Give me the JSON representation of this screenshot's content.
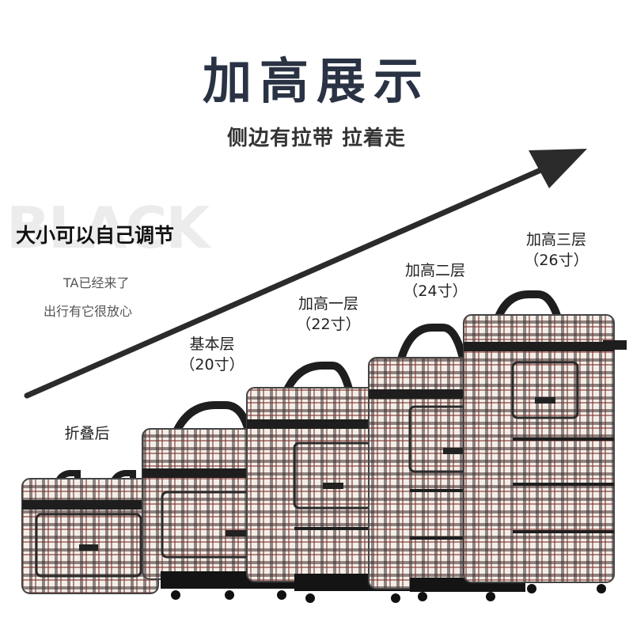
{
  "title": "加高展示",
  "subtitle": "侧边有拉带  拉着走",
  "background_word": "BLACK",
  "adjust_text": "大小可以自己调节",
  "side_lines": [
    "TA已经来了",
    "出行有它很放心"
  ],
  "labels": [
    {
      "name": "折叠后",
      "size": ""
    },
    {
      "name": "基本层",
      "size": "（20寸）"
    },
    {
      "name": "加高一层",
      "size": "（22寸）"
    },
    {
      "name": "加高二层",
      "size": "（24寸）"
    },
    {
      "name": "加高三层",
      "size": "（26寸）"
    }
  ],
  "colors": {
    "title": "#2a3344",
    "arrow": "#2b2b2b",
    "plaid_dark": "#3a2a2a",
    "plaid_red": "#7a2e2a",
    "fabric": "#f3efe8"
  }
}
